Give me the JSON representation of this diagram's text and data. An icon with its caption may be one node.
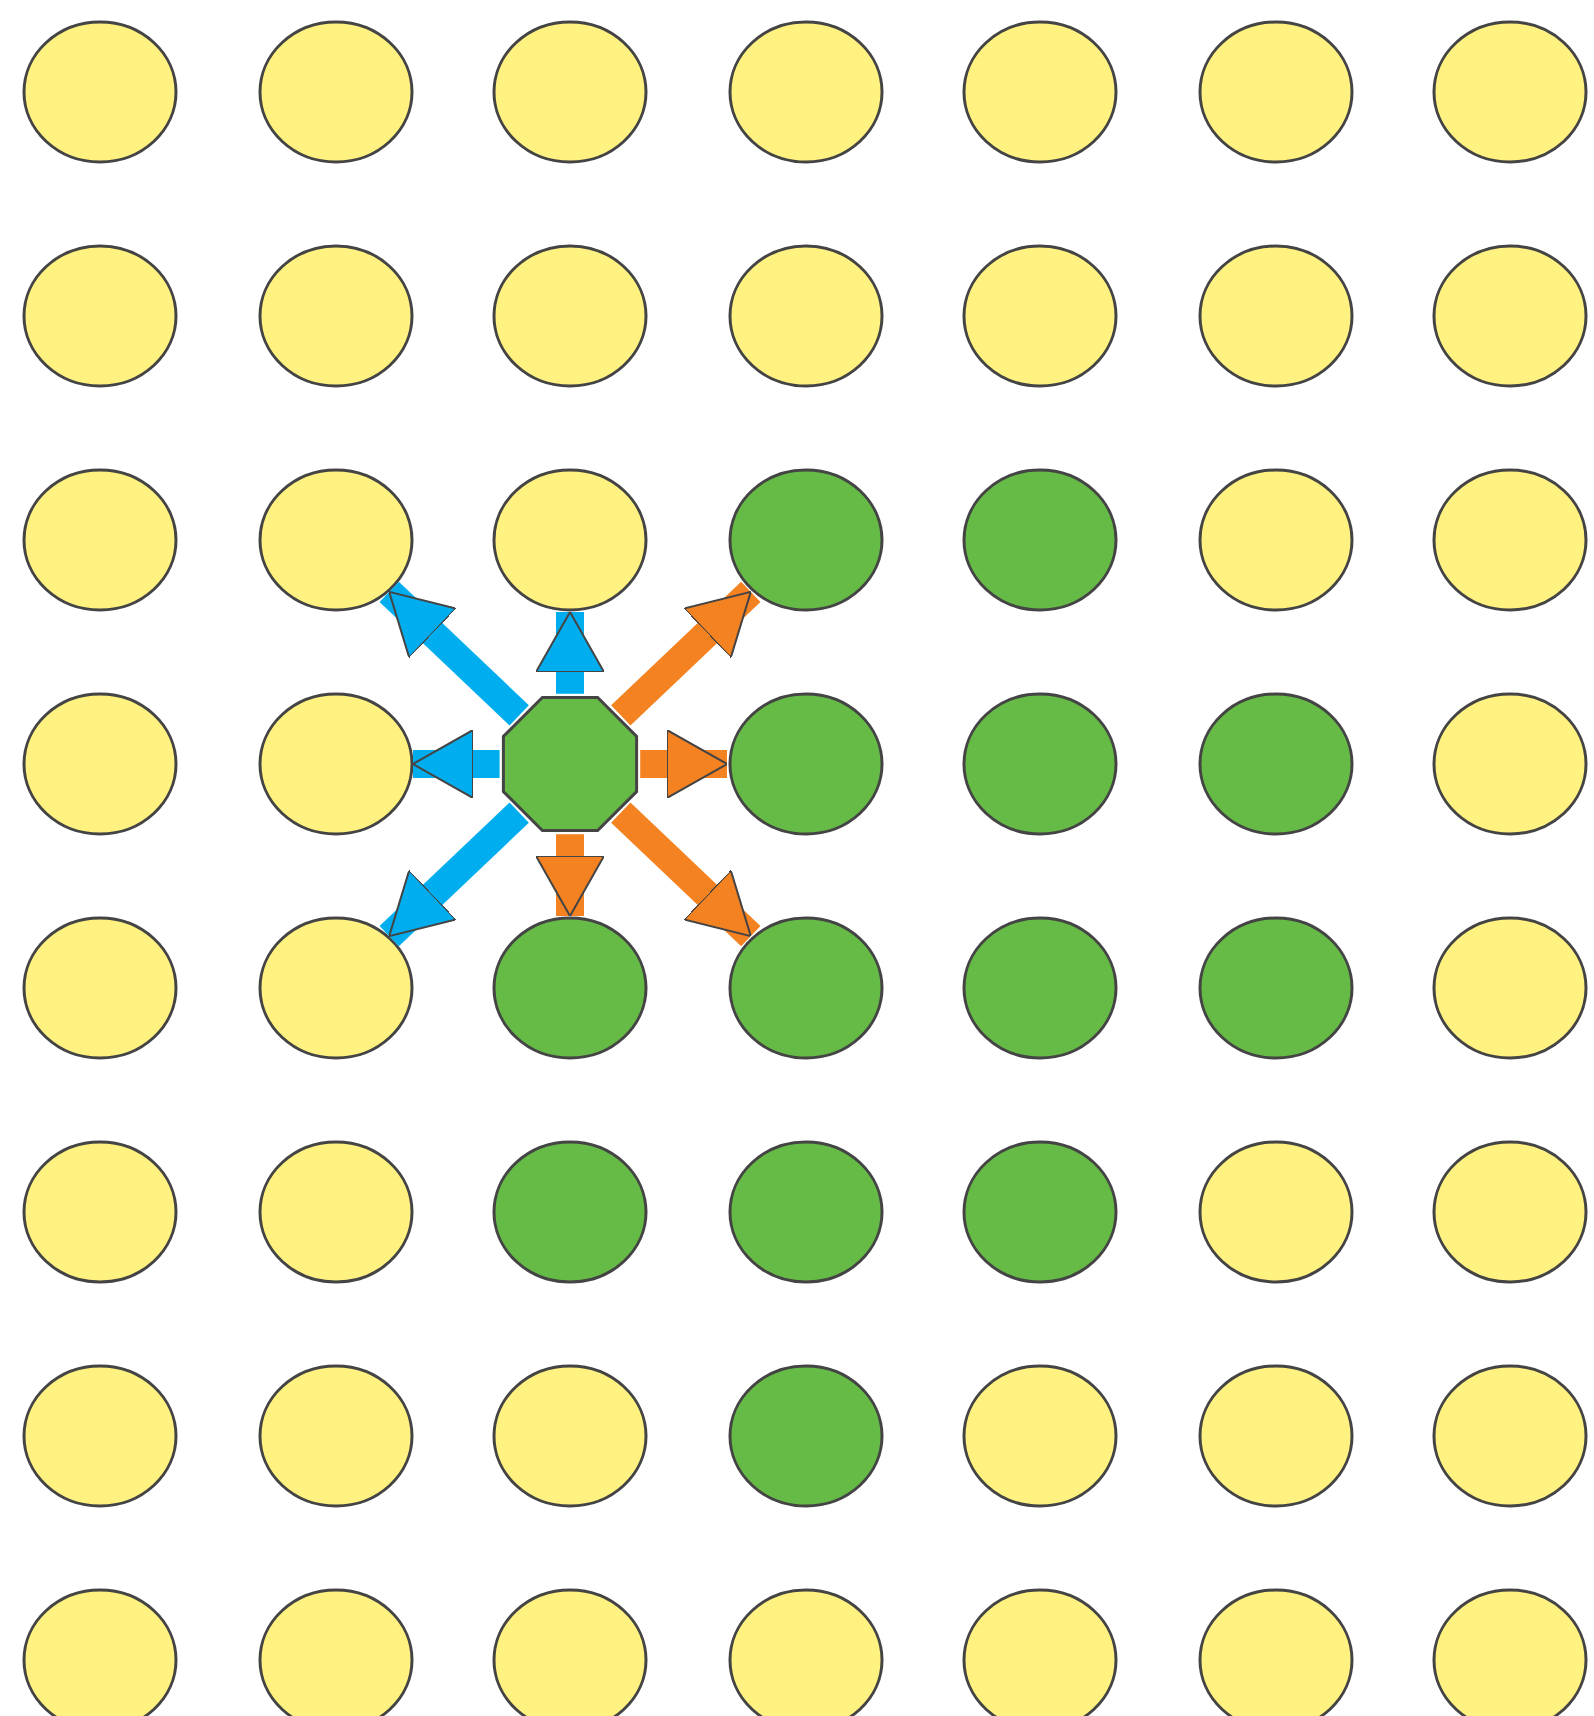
{
  "diagram": {
    "nodes": [
      {
        "text": [],
        "shape": "circle"
      },
      {
        "text": [],
        "shape": "circle"
      },
      {
        "text": [],
        "shape": "circle"
      },
      {
        "text": [],
        "shape": "circle"
      },
      {
        "text": [],
        "shape": "circle"
      },
      {
        "text": [],
        "shape": "circle"
      },
      {
        "text": [],
        "shape": "circle"
      },
      {
        "text": [],
        "shape": "circle"
      },
      {
        "text": [],
        "shape": "circle"
      },
      {
        "text": [],
        "shape": "circle"
      },
      {
        "text": [],
        "shape": "circle"
      },
      {
        "text": [],
        "shape": "circle"
      },
      {
        "text": [],
        "shape": "circle"
      },
      {
        "text": [],
        "shape": "circle"
      },
      {
        "text": [],
        "shape": "circle"
      },
      {
        "text": [],
        "shape": "circle"
      },
      {
        "text": [],
        "shape": "circle"
      },
      {
        "text": [],
        "shape": "circle"
      },
      {
        "text": [],
        "shape": "circle"
      },
      {
        "text": [],
        "shape": "circle"
      },
      {
        "text": [],
        "shape": "circle"
      },
      {
        "text": [],
        "shape": "circle"
      },
      {
        "text": [],
        "shape": "circle"
      },
      {
        "text": [],
        "shape": "octagon"
      },
      {
        "text": [],
        "shape": "circle"
      },
      {
        "text": [],
        "shape": "circle"
      },
      {
        "text": [],
        "shape": "circle"
      },
      {
        "text": [],
        "shape": "circle"
      },
      {
        "text": [],
        "shape": "circle"
      },
      {
        "text": [],
        "shape": "circle"
      },
      {
        "text": [],
        "shape": "circle"
      },
      {
        "text": [],
        "shape": "circle"
      },
      {
        "text": [],
        "shape": "circle"
      },
      {
        "text": [],
        "shape": "circle"
      },
      {
        "text": [],
        "shape": "circle"
      },
      {
        "text": [],
        "shape": "circle"
      },
      {
        "text": [],
        "shape": "circle"
      },
      {
        "text": [],
        "shape": "circle"
      },
      {
        "text": [],
        "shape": "circle"
      },
      {
        "text": [],
        "shape": "circle"
      },
      {
        "text": [],
        "shape": "circle"
      },
      {
        "text": [],
        "shape": "circle"
      },
      {
        "text": [],
        "shape": "circle"
      },
      {
        "text": [],
        "shape": "circle"
      },
      {
        "text": [],
        "shape": "circle"
      },
      {
        "text": [],
        "shape": "circle"
      },
      {
        "text": [],
        "shape": "circle"
      },
      {
        "text": [],
        "shape": "circle"
      },
      {
        "text": [],
        "shape": "circle"
      },
      {
        "text": [],
        "shape": "circle"
      },
      {
        "text": [],
        "shape": "circle"
      },
      {
        "text": [],
        "shape": "circle"
      },
      {
        "text": [],
        "shape": "circle"
      },
      {
        "text": [],
        "shape": "circle"
      },
      {
        "text": [],
        "shape": "circle"
      },
      {
        "text": [],
        "shape": "circle"
      }
    ],
    "edges": [
      {
        "from": 23,
        "to": 15,
        "arrow": "to",
        "color": "#00aeef"
      },
      {
        "from": 23,
        "to": 16,
        "arrow": "to",
        "color": "#00aeef"
      },
      {
        "from": 23,
        "to": 17,
        "arrow": "to",
        "color": "#f58220"
      },
      {
        "from": 23,
        "to": 22,
        "arrow": "to",
        "color": "#00aeef"
      },
      {
        "from": 23,
        "to": 24,
        "arrow": "to",
        "color": "#f58220"
      },
      {
        "from": 23,
        "to": 29,
        "arrow": "to",
        "color": "#00aeef"
      },
      {
        "from": 23,
        "to": 30,
        "arrow": "to",
        "color": "#f58220"
      },
      {
        "from": 23,
        "to": 31,
        "arrow": "to",
        "color": "#f58220"
      }
    ]
  }
}
